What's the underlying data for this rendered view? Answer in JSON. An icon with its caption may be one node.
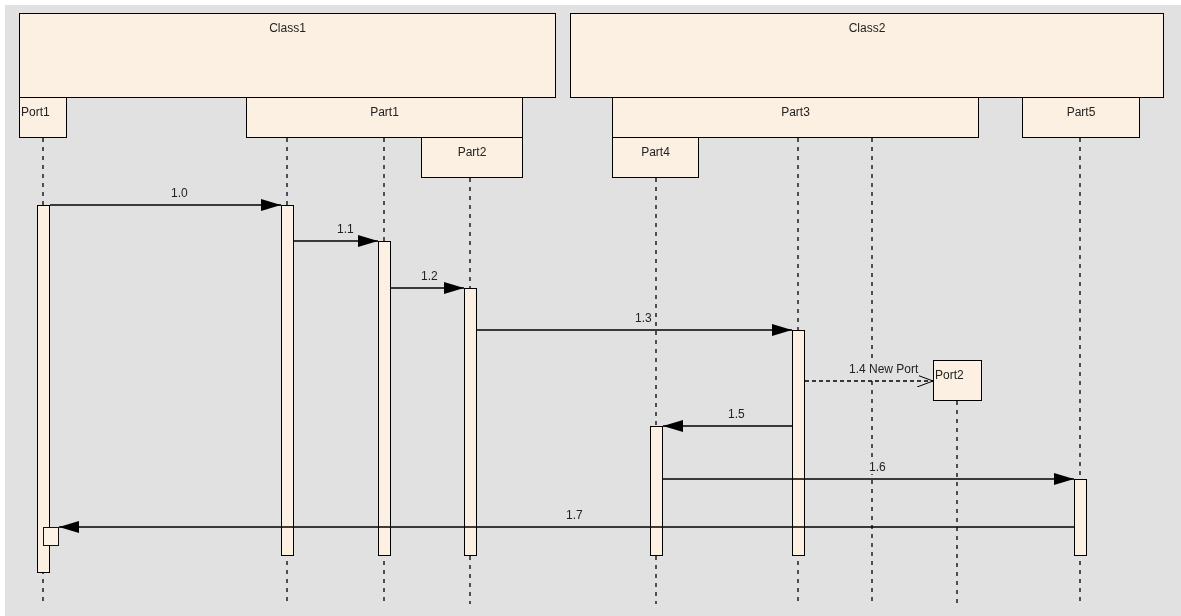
{
  "diagram": {
    "nodes": [
      {
        "text": [
          "Class1"
        ]
      },
      {
        "text": [
          "Class2"
        ]
      },
      {
        "text": [
          "Port1"
        ]
      },
      {
        "text": [
          "Part1"
        ]
      },
      {
        "text": [
          "Part3"
        ]
      },
      {
        "text": [
          "Part5"
        ]
      },
      {
        "text": [
          "Part2"
        ]
      },
      {
        "text": [
          "Part4"
        ]
      },
      {
        "text": [
          "Port2"
        ]
      },
      {
        "text": [],
        "shape": "bar"
      },
      {
        "text": [],
        "shape": "bar"
      },
      {
        "text": [],
        "shape": "bar"
      },
      {
        "text": [],
        "shape": "bar"
      },
      {
        "text": [],
        "shape": "bar"
      },
      {
        "text": [],
        "shape": "bar"
      },
      {
        "text": [],
        "shape": "bar"
      },
      {
        "text": [],
        "shape": "box"
      }
    ],
    "edges": [
      {
        "from": 9,
        "to": 10,
        "arrow": "to",
        "label": "1.0"
      },
      {
        "from": 10,
        "to": 11,
        "arrow": "to",
        "label": "1.1"
      },
      {
        "from": 11,
        "to": 12,
        "arrow": "to",
        "label": "1.2"
      },
      {
        "from": 12,
        "to": 14,
        "arrow": "to",
        "label": "1.3"
      },
      {
        "from": 14,
        "to": 8,
        "arrow": "to",
        "label": "1.4 New Port",
        "style": "dashed"
      },
      {
        "from": 14,
        "to": 13,
        "arrow": "to",
        "label": "1.5"
      },
      {
        "from": 13,
        "to": 15,
        "arrow": "to",
        "label": "1.6"
      },
      {
        "from": 15,
        "to": 16,
        "arrow": "to",
        "label": "1.7"
      }
    ]
  }
}
